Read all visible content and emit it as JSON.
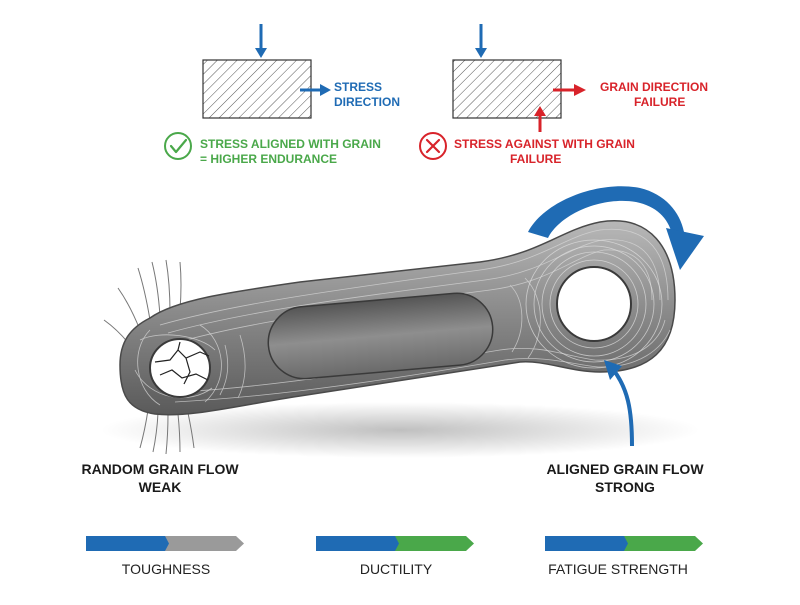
{
  "top_left": {
    "stress_label_line1": "STRESS",
    "stress_label_line2": "DIRECTION",
    "check_line1": "STRESS ALIGNED WITH GRAIN",
    "check_line2": "= HIGHER ENDURANCE"
  },
  "top_right": {
    "failure_label_line1": "GRAIN DIRECTION",
    "failure_label_line2": "FAILURE",
    "cross_line1": "STRESS AGAINST WITH GRAIN",
    "cross_line2": "FAILURE"
  },
  "crank": {
    "left_line1": "RANDOM GRAIN FLOW",
    "left_line2": "WEAK",
    "right_line1": "ALIGNED GRAIN FLOW",
    "right_line2": "STRONG"
  },
  "bars": [
    {
      "label": "TOUGHNESS",
      "blue_fraction": 0.5,
      "rest_color": "#9a9a9a"
    },
    {
      "label": "DUCTILITY",
      "blue_fraction": 0.5,
      "rest_color": "#4aa84a"
    },
    {
      "label": "FATIGUE STRENGTH",
      "blue_fraction": 0.5,
      "rest_color": "#4aa84a"
    }
  ],
  "colors": {
    "blue": "#1f6bb4",
    "red": "#d8232a",
    "green": "#4aa84a",
    "metal": "#8a8a8a"
  },
  "icons": [
    "check-circle-icon",
    "cross-circle-icon"
  ]
}
